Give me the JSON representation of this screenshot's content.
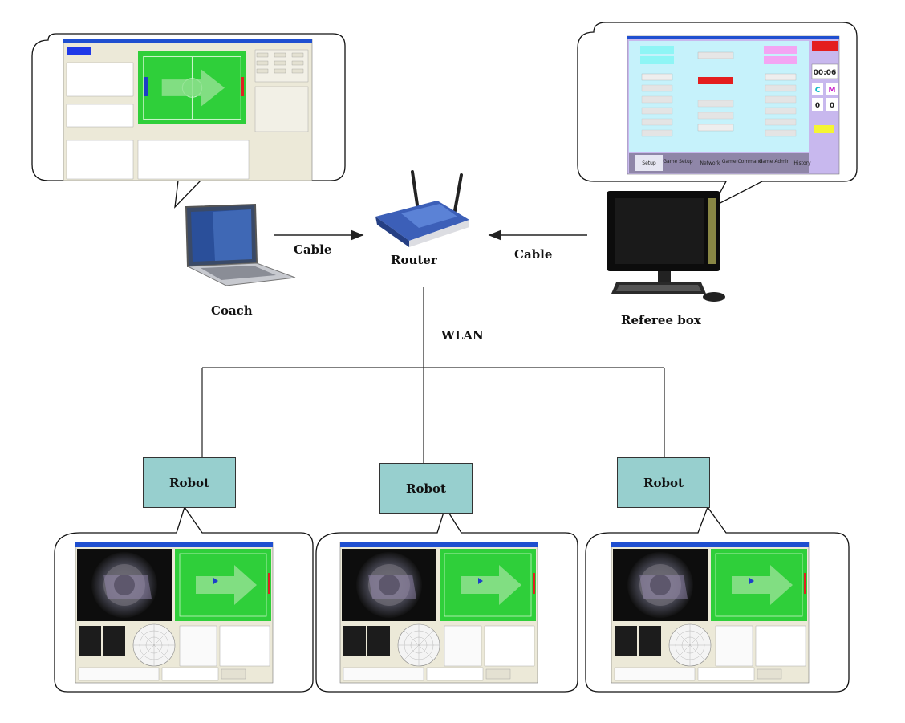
{
  "nodes": {
    "coach": "Coach",
    "router": "Router",
    "referee_box": "Referee box",
    "robot_1": "Robot",
    "robot_2": "Robot",
    "robot_3": "Robot"
  },
  "links": {
    "coach_router": "Cable",
    "referee_router": "Cable",
    "router_robots": "WLAN"
  },
  "referee_screen": {
    "timer": "00:06",
    "score_c": "C",
    "score_m": "M",
    "score_left": "0",
    "score_right": "0",
    "tabs": [
      "Setup",
      "Game Setup",
      "Network",
      "Game Command",
      "Game Admin",
      "History"
    ]
  },
  "colors": {
    "robot_box": "#97cfce",
    "field_green": "#2fcf3a",
    "line": "#333333"
  }
}
